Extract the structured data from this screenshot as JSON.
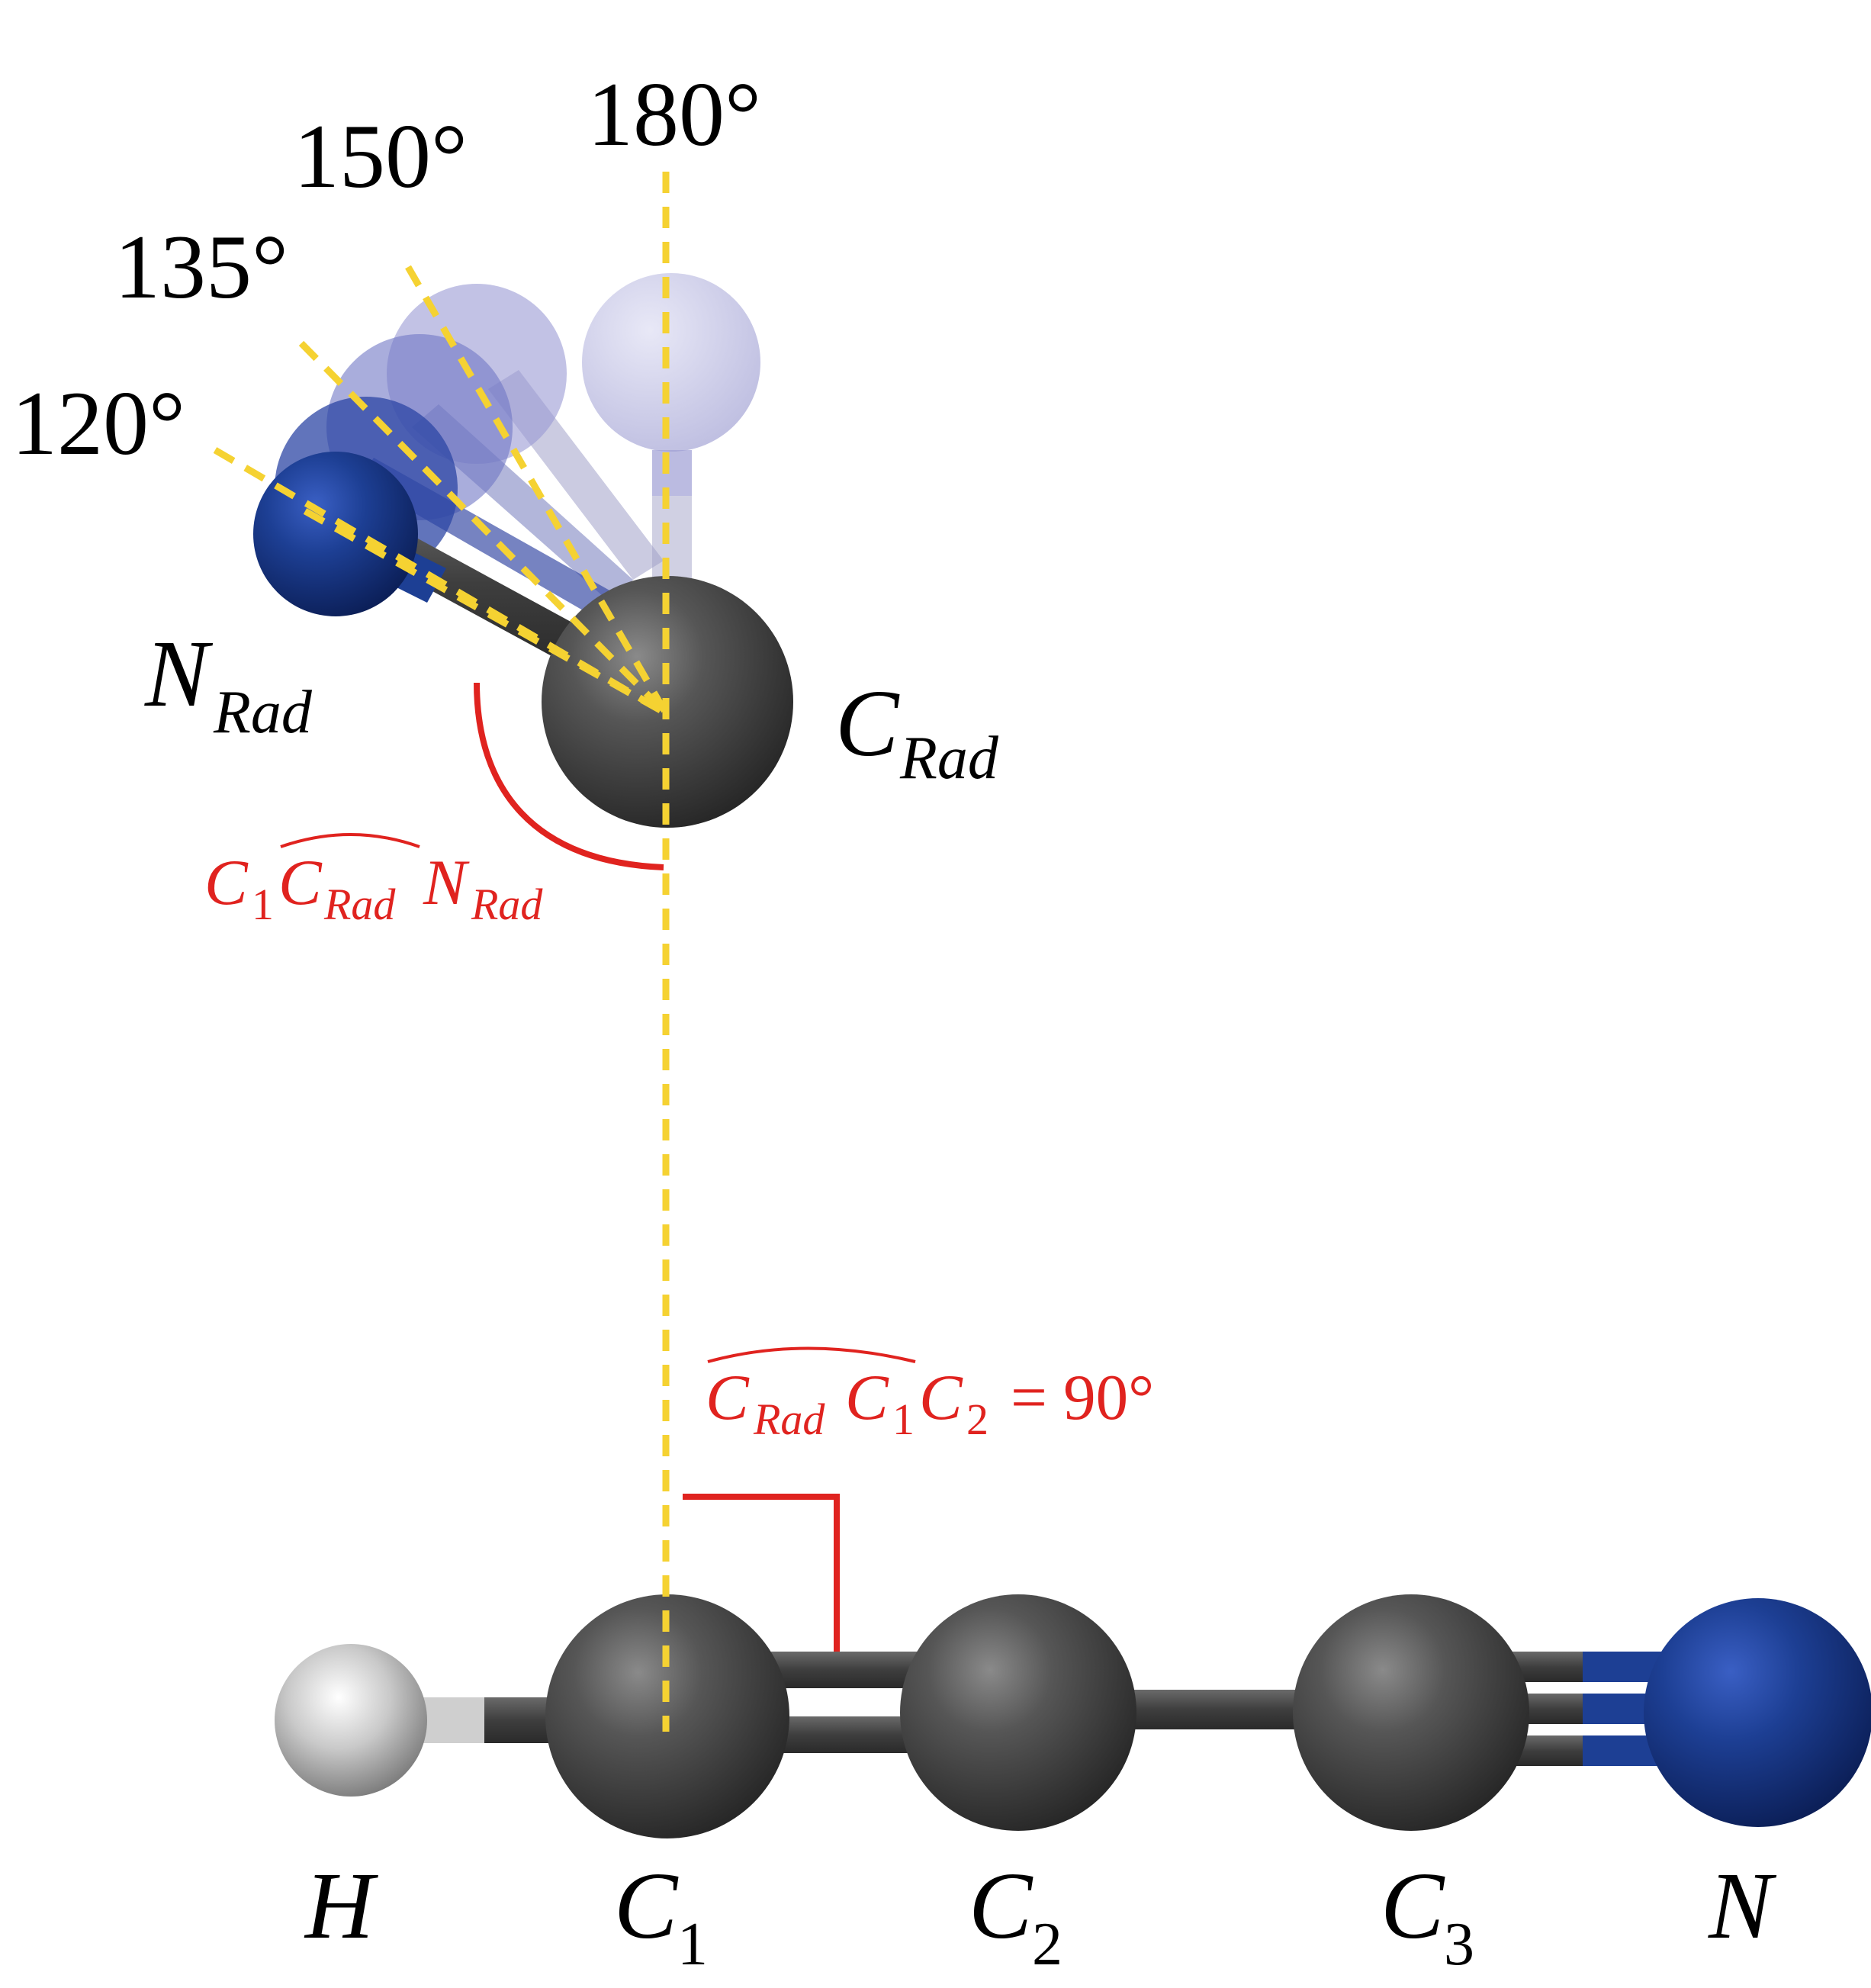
{
  "angle_labels": {
    "a120": "120°",
    "a135": "135°",
    "a150": "150°",
    "a180": "180°"
  },
  "radical_labels": {
    "n_main": "N",
    "n_sub": "Rad",
    "c_main": "C",
    "c_sub": "Rad"
  },
  "angle_c1_crad_nrad": {
    "c": "C",
    "one": "1",
    "crad_c": "C",
    "crad_sub": "Rad",
    "nrad_n": "N",
    "nrad_sub": "Rad"
  },
  "angle_crad_c1_c2": {
    "crad_c": "C",
    "crad_sub": "Rad",
    "c1_c": "C",
    "c1_sub": "1",
    "c2_c": "C",
    "c2_sub": "2",
    "value": "= 90°"
  },
  "atom_labels": {
    "h": "H",
    "c1_main": "C",
    "c1_sub": "1",
    "c2_main": "C",
    "c2_sub": "2",
    "c3_main": "C",
    "c3_sub": "3",
    "n": "N"
  },
  "colors": {
    "guide_lines": "#f5d232",
    "angle_marks": "#e0231f",
    "carbon": "#4a4a4a",
    "nitrogen": "#1b3a8e",
    "hydrogen": "#e8e8e8"
  }
}
